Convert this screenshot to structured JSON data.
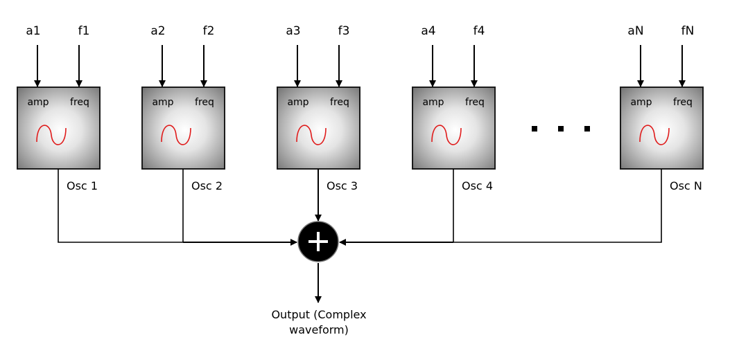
{
  "oscillators": [
    {
      "amp_input": "a1",
      "freq_input": "f1",
      "amp_label": "amp",
      "freq_label": "freq",
      "label": "Osc 1"
    },
    {
      "amp_input": "a2",
      "freq_input": "f2",
      "amp_label": "amp",
      "freq_label": "freq",
      "label": "Osc 2"
    },
    {
      "amp_input": "a3",
      "freq_input": "f3",
      "amp_label": "amp",
      "freq_label": "freq",
      "label": "Osc 3"
    },
    {
      "amp_input": "a4",
      "freq_input": "f4",
      "amp_label": "amp",
      "freq_label": "freq",
      "label": "Osc 4"
    },
    {
      "amp_input": "aN",
      "freq_input": "fN",
      "amp_label": "amp",
      "freq_label": "freq",
      "label": "Osc N"
    }
  ],
  "output": {
    "line1": "Output (Complex",
    "line2": "waveform)"
  },
  "colors": {
    "sine": "#e01b1b",
    "summer_fill": "#000000",
    "box_gradient_center": "#ffffff",
    "box_gradient_edge": "#6e6e6e"
  }
}
